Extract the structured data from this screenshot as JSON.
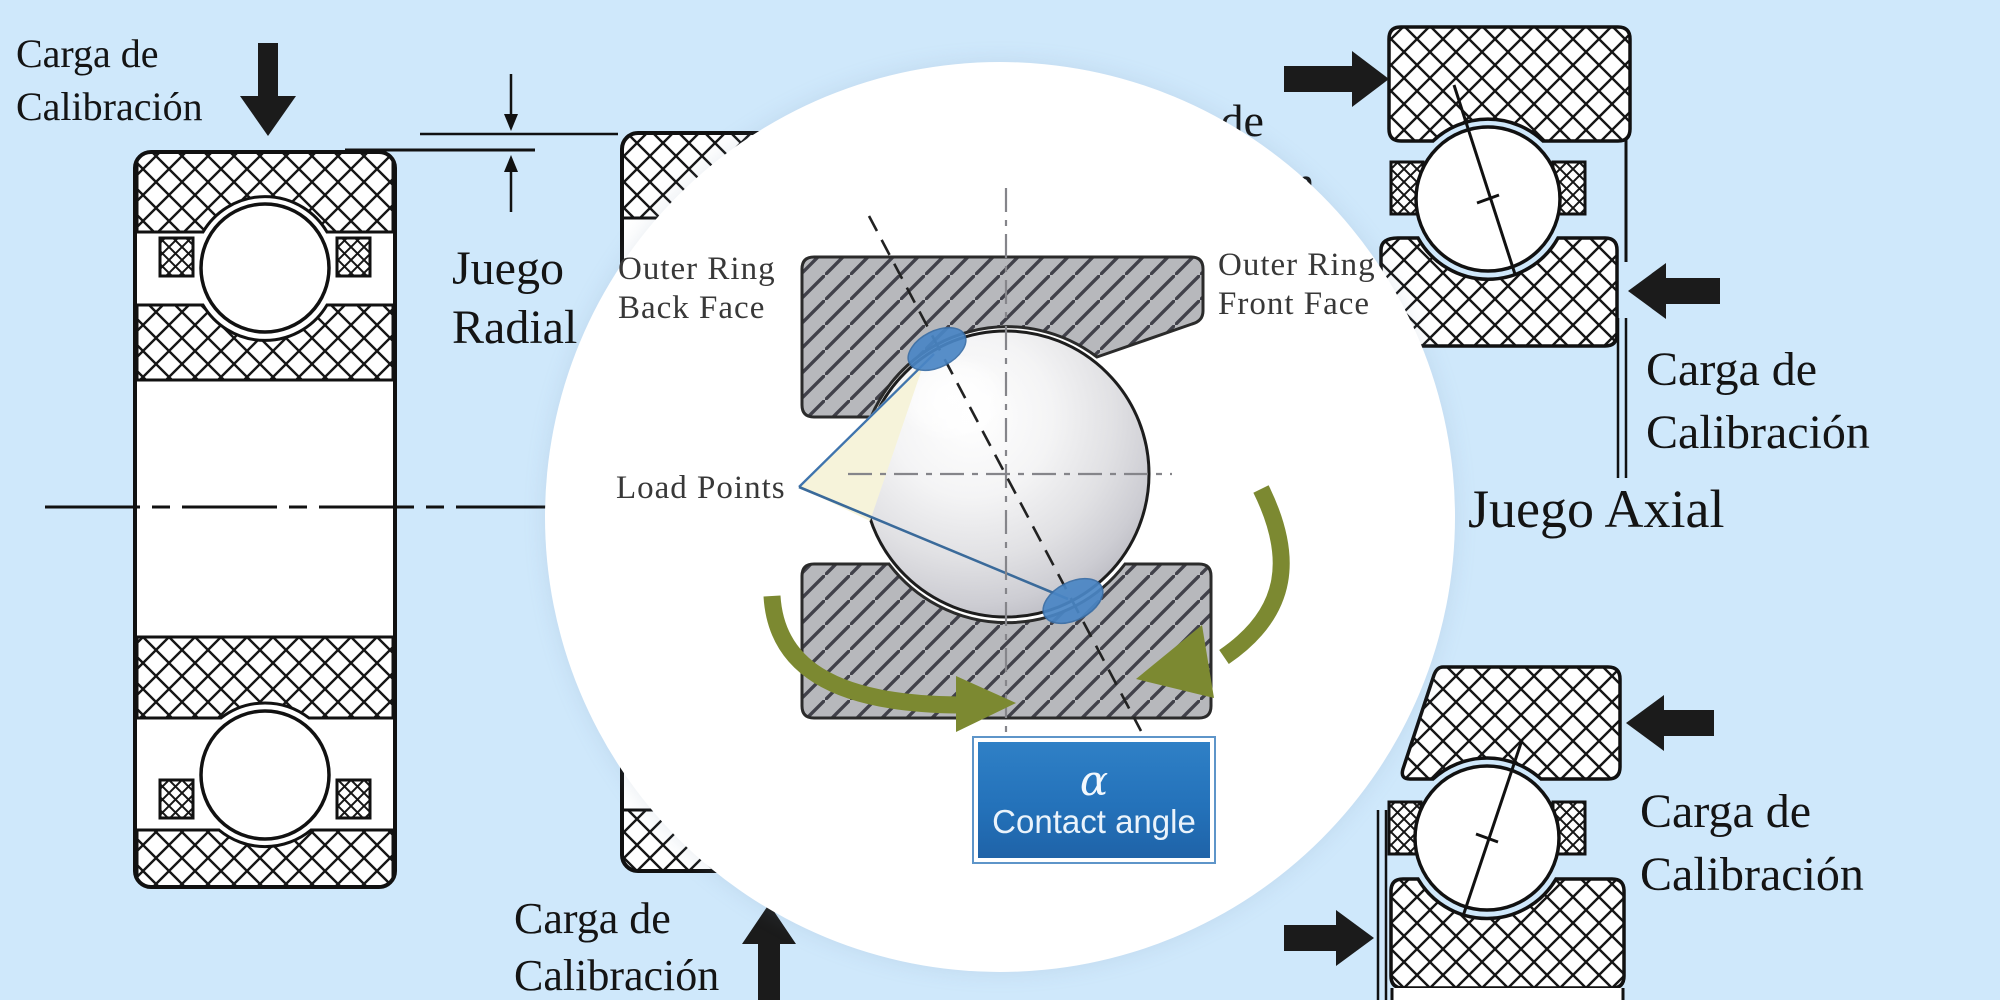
{
  "title": "Diagrama de juego radial y axial de rodamientos con detalle de ángulo de contacto",
  "colors": {
    "background": "#cfe8fb",
    "ink": "#1a1a1a",
    "ring_gray": "#b7b8bc",
    "ring_hatch": "#41414a",
    "olive_green": "#7c8931",
    "contact_blue": "#4a86c5",
    "leader_blue": "#3f74ad",
    "cream": "#f6f3da",
    "box_blue": "#2472ba",
    "dash_gray": "#85858a"
  },
  "labels": {
    "carga_calibracion": "Carga de\nCalibración",
    "juego_radial": "Juego\nRadial",
    "juego_axial": "Juego Axial"
  },
  "magnifier": {
    "outer_ring_back_face": "Outer Ring\nBack Face",
    "outer_ring_front_face": "Outer Ring\nFront Face",
    "load_points": "Load Points",
    "contact_angle_symbol": "α",
    "contact_angle_label": "Contact angle"
  },
  "icons": [
    "load-arrow-down-icon",
    "load-arrow-up-icon",
    "load-arrow-left-icon",
    "load-arrow-right-icon",
    "clearance-dimension-arrows-icon",
    "rotation-arrow-icon"
  ]
}
